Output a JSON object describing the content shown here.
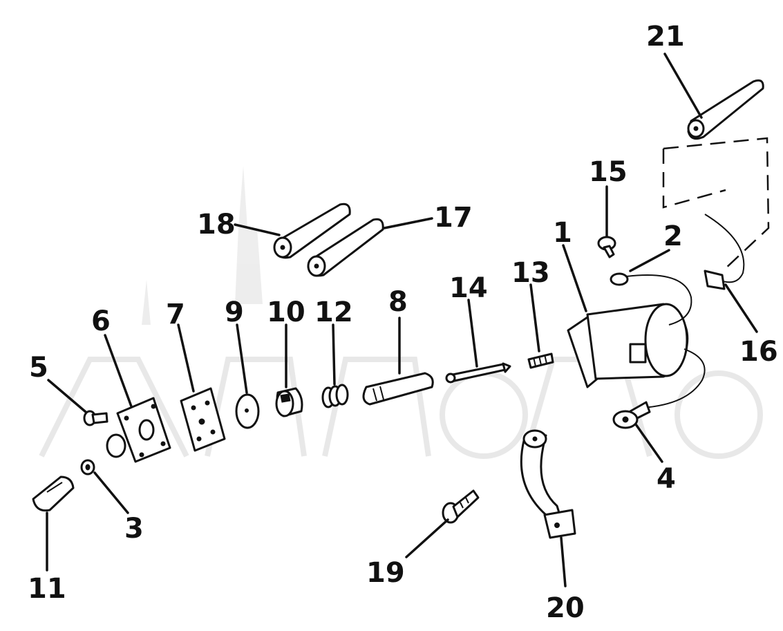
{
  "diagram": {
    "callouts": {
      "p1": "1",
      "p2": "2",
      "p3": "3",
      "p4": "4",
      "p5": "5",
      "p6": "6",
      "p7": "7",
      "p8": "8",
      "p9": "9",
      "p10": "10",
      "p11": "11",
      "p12": "12",
      "p13": "13",
      "p14": "14",
      "p15": "15",
      "p16": "16",
      "p17": "17",
      "p18": "18",
      "p19": "19",
      "p20": "20",
      "p21": "21"
    },
    "colors": {
      "line": "#111111",
      "background": "#ffffff",
      "watermark": "#e6e6e6"
    }
  }
}
